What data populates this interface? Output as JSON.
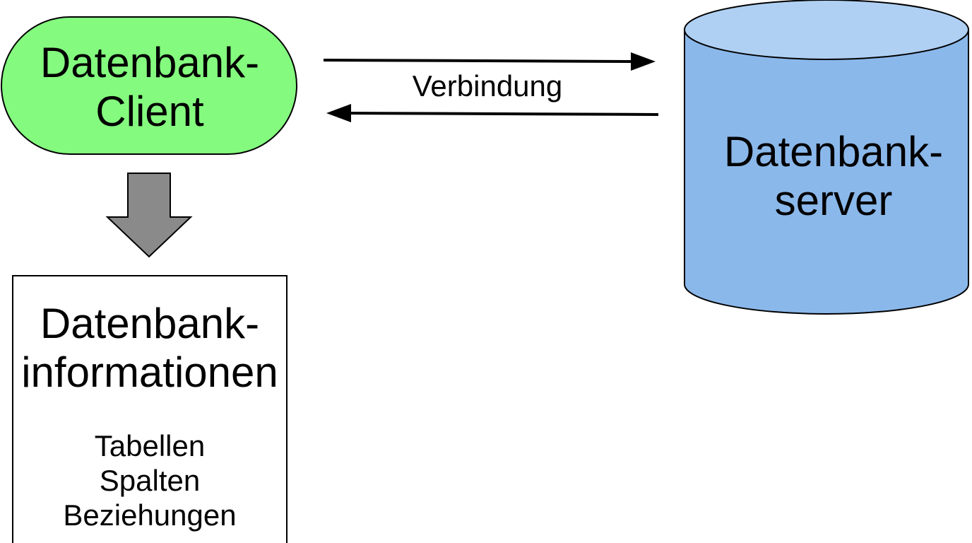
{
  "diagram": {
    "client": {
      "line1": "Datenbank-",
      "line2": "Client",
      "fill": "#84fb7f"
    },
    "connection": {
      "label": "Verbindung"
    },
    "server": {
      "line1": "Datenbank-",
      "line2": "server",
      "fill": "#8bb8ea",
      "top_fill": "#afd0f3"
    },
    "info_box": {
      "title_line1": "Datenbank-",
      "title_line2": "informationen",
      "items": [
        "Tabellen",
        "Spalten",
        "Beziehungen"
      ]
    },
    "down_arrow": {
      "fill": "#8a8a8a"
    }
  }
}
